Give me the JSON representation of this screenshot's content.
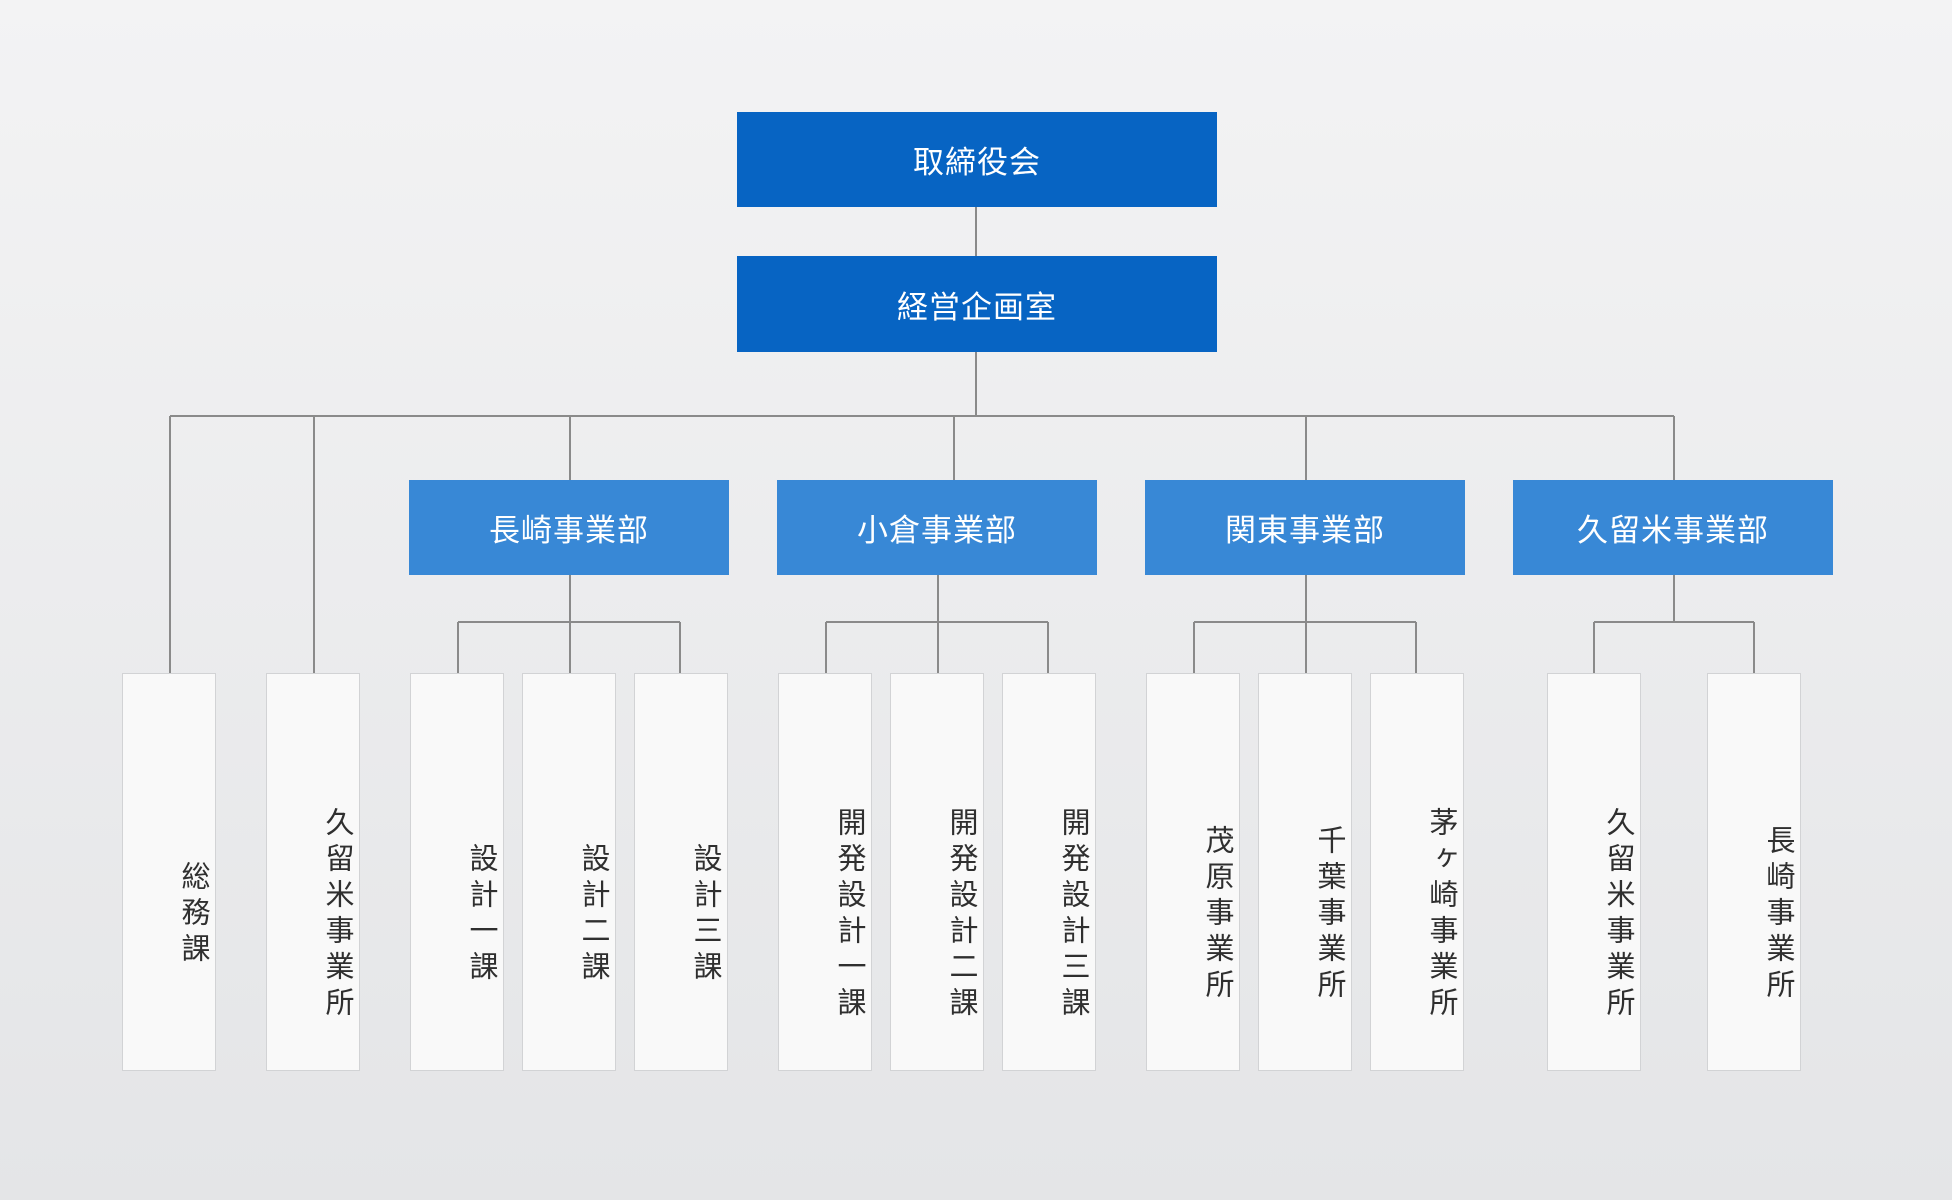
{
  "board": "取締役会",
  "planning": "経営企画室",
  "departments": {
    "nagasaki": "長崎事業部",
    "kokura": "小倉事業部",
    "kanto": "関東事業部",
    "kurume": "久留米事業部"
  },
  "units": {
    "somu": "総務課",
    "kurume_office": "久留米事業所",
    "sekkei1": "設計一課",
    "sekkei2": "設計二課",
    "sekkei3": "設計三課",
    "kaihatsu1": "開発設計一課",
    "kaihatsu2": "開発設計二課",
    "kaihatsu3": "開発設計三課",
    "mobara": "茂原事業所",
    "chiba": "千葉事業所",
    "chigasaki": "茅ヶ崎事業所",
    "kurume_dept_office": "久留米事業所",
    "nagasaki_office": "長崎事業所"
  },
  "colors": {
    "top_box": "#0764c3",
    "dept_box": "#3888d6",
    "leaf_box": "#f9f9f9",
    "connector": "#8a8a8a"
  }
}
